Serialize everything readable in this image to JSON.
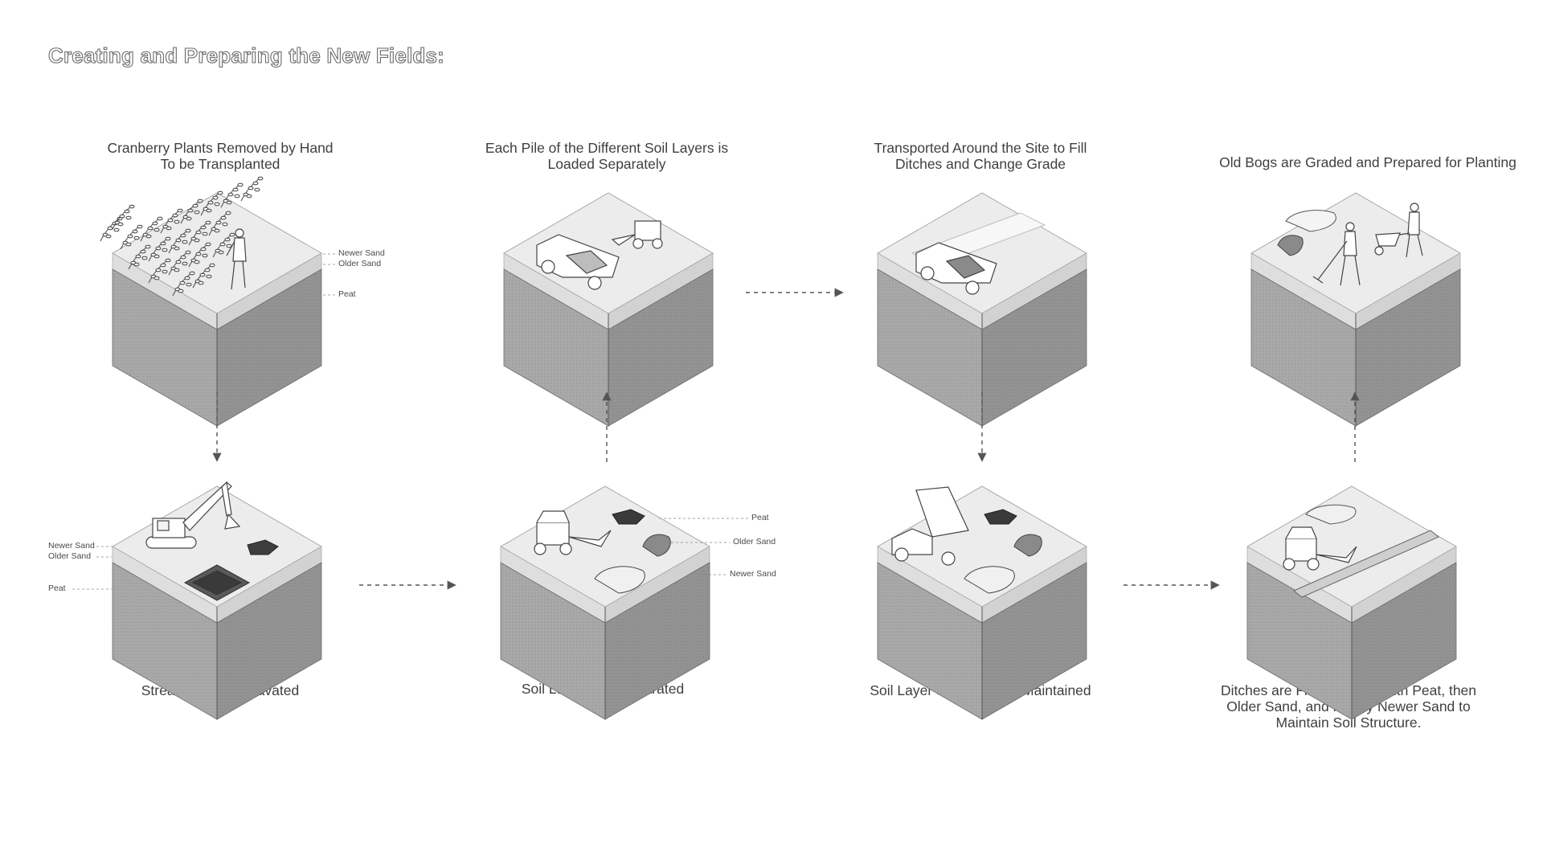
{
  "page": {
    "title": "Creating and Preparing the New Fields:"
  },
  "steps": [
    {
      "caption": [
        "Cranberry Plants Removed by Hand",
        "To be Transplanted"
      ],
      "labels": [
        "Newer Sand",
        "Older Sand",
        "Peat"
      ]
    },
    {
      "caption": [
        "Stream Bed is Excavated"
      ],
      "labels": [
        "Newer Sand",
        "Older Sand",
        "Peat"
      ]
    },
    {
      "caption": [
        "Soil Layers are Separated"
      ],
      "labels": [
        "Peat",
        "Older Sand",
        "Newer Sand"
      ]
    },
    {
      "caption": [
        "Each Pile of the Different Soil Layers is",
        "Loaded Separately"
      ]
    },
    {
      "caption": [
        "Transported Around the Site to Fill",
        "Ditches and Change Grade"
      ]
    },
    {
      "caption": [
        "Soil Layer Separation is Maintained"
      ]
    },
    {
      "caption": [
        "Ditches are Filled in, First with Peat, then",
        "Older Sand, and Finally Newer Sand to",
        "Maintain Soil Structure."
      ]
    },
    {
      "caption": [
        "Old Bogs are Graded and Prepared for Planting"
      ]
    }
  ],
  "colors": {
    "surface": "#ececec",
    "sand_layer": "#dcdcdc",
    "peat_left": "#a9a9a9",
    "peat_right": "#939393",
    "line": "#555555"
  }
}
